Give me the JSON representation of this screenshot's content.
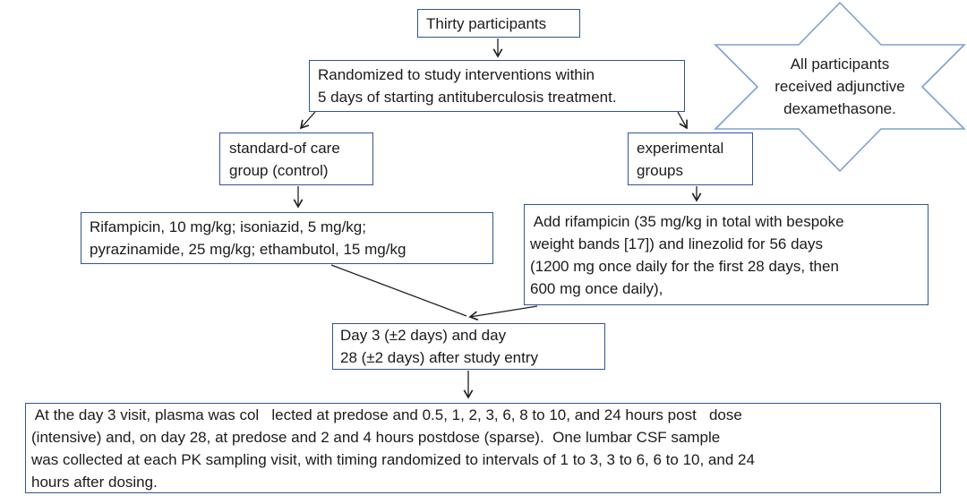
{
  "flowchart": {
    "boxes": {
      "thirty": {
        "lines": [
          "Thirty participants"
        ]
      },
      "randomized": {
        "lines": [
          "Randomized to study interventions within",
          "5 days of starting antituberculosis treatment."
        ]
      },
      "soc": {
        "lines": [
          "standard-of care",
          "group (control)"
        ]
      },
      "experimental": {
        "lines": [
          "experimental",
          "groups"
        ]
      },
      "soc_regimen": {
        "lines": [
          "Rifampicin, 10 mg/kg; isoniazid, 5 mg/kg;",
          "pyrazinamide, 25 mg/kg; ethambutol, 15 mg/kg"
        ]
      },
      "exp_regimen": {
        "lines": [
          " Add rifampicin (35 mg/kg in total with bespoke",
          "weight bands [17]) and linezolid for 56 days",
          "(1200 mg once daily for the first 28 days, then",
          "600 mg once daily),"
        ]
      },
      "visits": {
        "lines": [
          "Day 3 (±2 days) and day",
          "28 (±2 days) after study entry"
        ]
      },
      "sampling": {
        "lines": [
          " At the day 3 visit, plasma was col   lected at predose and 0.5, 1, 2, 3, 6, 8 to 10, and 24 hours post   dose",
          "(intensive) and, on day 28, at predose and 2 and 4 hours postdose (sparse).  One lumbar CSF sample",
          "was collected at each PK sampling visit, with timing randomized to intervals of 1 to 3, 3 to 6, 6 to 10, and 24",
          "hours after dosing."
        ]
      }
    },
    "star": {
      "lines": [
        "All participants",
        "received adjunctive",
        "dexamethasone."
      ]
    },
    "colors": {
      "box_border": "#2f5597",
      "star_border": "#7f9fd1",
      "text": "#1b1b1b",
      "arrow": "#1f1f1f",
      "background": "#ffffff"
    }
  }
}
